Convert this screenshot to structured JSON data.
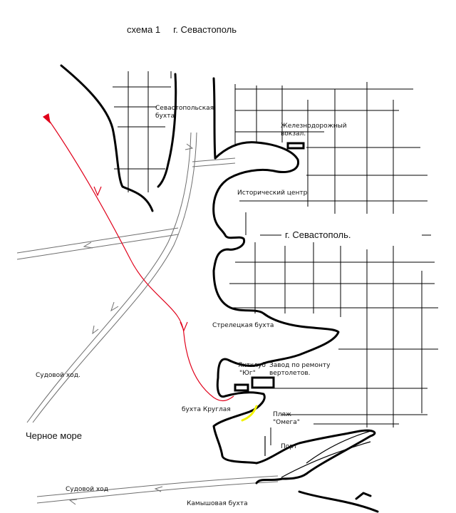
{
  "title": "схема 1     г. Севастополь",
  "labels": {
    "sevastopol_bay": [
      "Севастопольская",
      "бухта"
    ],
    "railway_station": [
      "Железнодорожный",
      "вокзал."
    ],
    "historic_center": "Исторический центр",
    "city": "г. Севастополь.",
    "streletskaya_bay": "Стрелецкая бухта",
    "yacht_club": [
      "Яхтклуб",
      "\"Юг\""
    ],
    "heli_plant": [
      "Завод по ремонту",
      "вертолетов."
    ],
    "kruglaya_bay": "бухта Круглая",
    "beach": [
      "Пляж",
      "\"Омега\""
    ],
    "port": "Порт",
    "fairway_1": "Судовой ход.",
    "fairway_2": "Судовой ход",
    "black_sea": "Черное море",
    "kamyshovaya_bay": "Камышовая бухта"
  },
  "colors": {
    "coast": "#000000",
    "streets": "#000000",
    "fairway": "#6e6e6e",
    "route": "#e0001a",
    "beach": "#f2f200"
  }
}
